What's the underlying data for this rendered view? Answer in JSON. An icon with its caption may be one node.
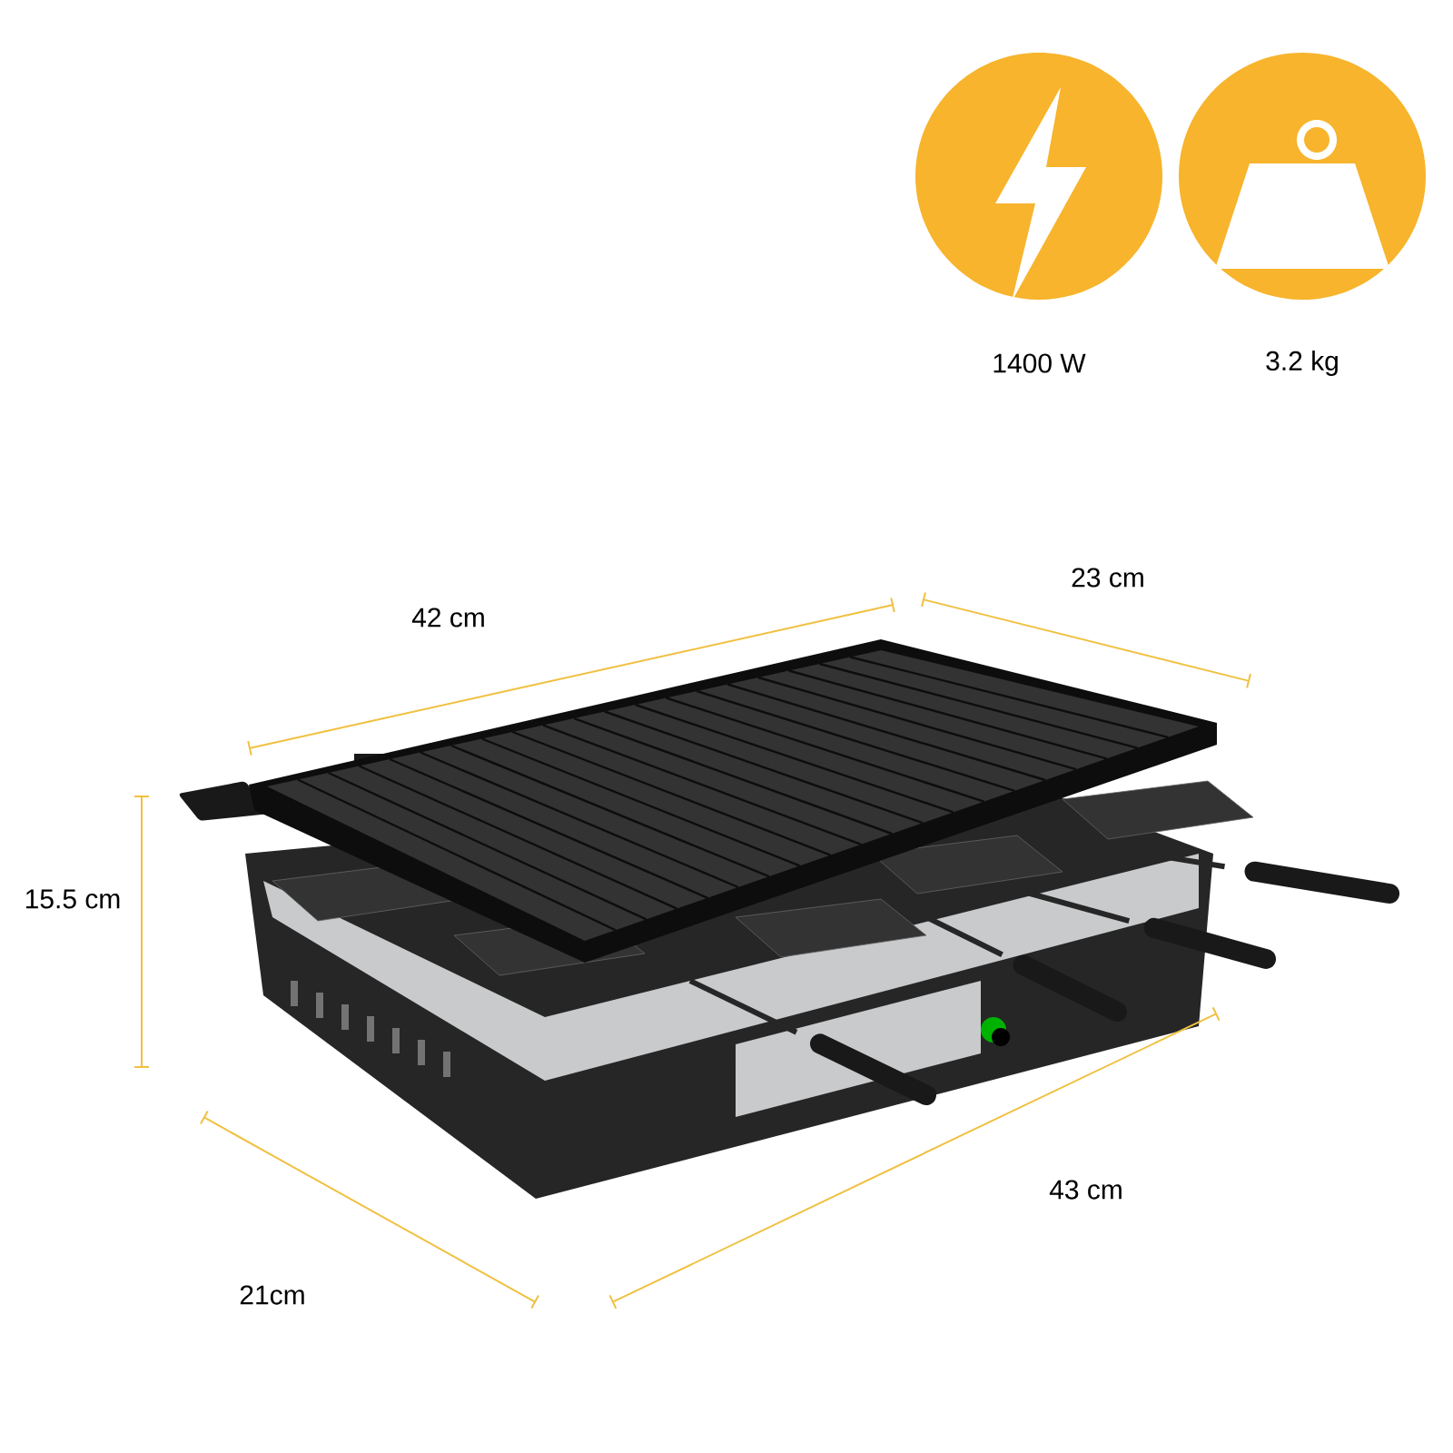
{
  "diagram": {
    "labels": [
      "1400 W",
      "3.2 kg",
      "42 cm",
      "23 cm",
      "15.5 cm",
      "43 cm",
      "21cm"
    ]
  }
}
